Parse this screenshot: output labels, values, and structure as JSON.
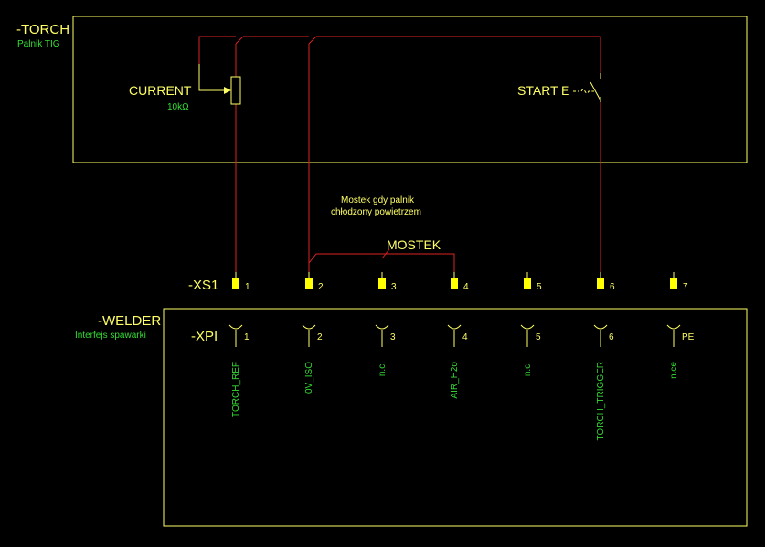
{
  "torch": {
    "tag": "-TORCH",
    "subtitle": "Palnik TIG",
    "potentiometer_label": "CURRENT",
    "potentiometer_value": "10kΩ",
    "switch_label": "START",
    "switch_symbol": "E"
  },
  "welder": {
    "tag": "-WELDER",
    "subtitle": "Interfejs spawarki"
  },
  "bridge": {
    "note_line1": "Mostek gdy palnik",
    "note_line2": "chłodzony powietrzem",
    "label": "MOSTEK"
  },
  "xs1": {
    "tag": "-XS1",
    "pins": [
      "1",
      "2",
      "3",
      "4",
      "5",
      "6",
      "7"
    ]
  },
  "xpi": {
    "tag": "-XPI",
    "pins": [
      "1",
      "2",
      "3",
      "4",
      "5",
      "6",
      "PE"
    ],
    "signals": [
      "TORCH_REF",
      "0V_ISO",
      "n.c.",
      "AIR_H2o",
      "n.c.",
      "TORCH_TRIGGER",
      "n.ce"
    ]
  },
  "colors": {
    "wire": "#dd2222",
    "frame": "#ffff66",
    "label": "#ffff66",
    "signal": "#33dd33"
  }
}
